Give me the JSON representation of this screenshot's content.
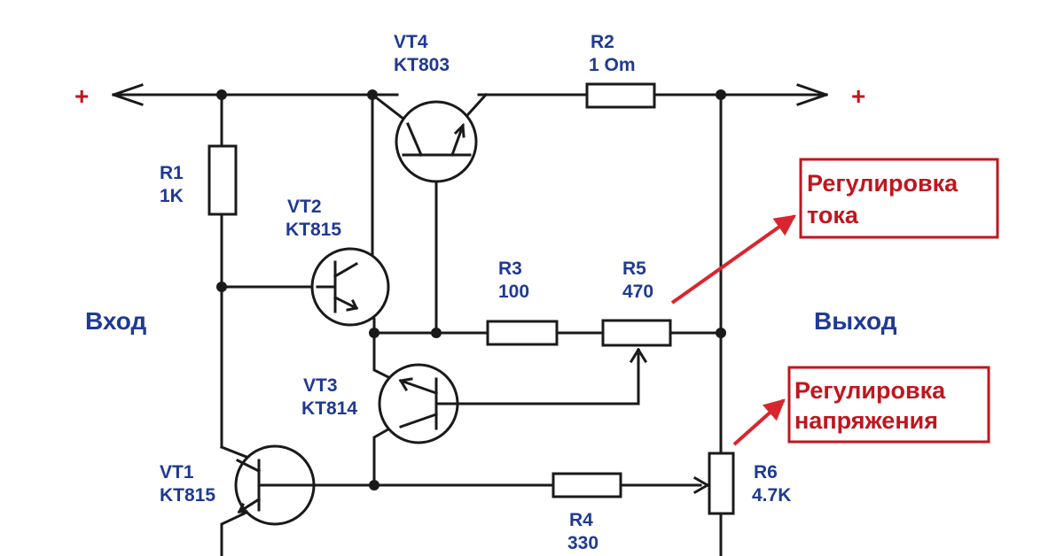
{
  "terminals": {
    "left_plus": "+",
    "right_plus": "+",
    "input_label": "Вход",
    "output_label": "Выход"
  },
  "components": {
    "r1": {
      "ref": "R1",
      "value": "1K"
    },
    "r2": {
      "ref": "R2",
      "value": "1 Om"
    },
    "r3": {
      "ref": "R3",
      "value": "100"
    },
    "r4": {
      "ref": "R4",
      "value": "330"
    },
    "r5": {
      "ref": "R5",
      "value": "470"
    },
    "r6": {
      "ref": "R6",
      "value": "4.7K"
    },
    "vt1": {
      "ref": "VT1",
      "value": "KT815"
    },
    "vt2": {
      "ref": "VT2",
      "value": "KT815"
    },
    "vt3": {
      "ref": "VT3",
      "value": "KT814"
    },
    "vt4": {
      "ref": "VT4",
      "value": "KT803"
    }
  },
  "callouts": {
    "current": {
      "line1": "Регулировка",
      "line2": "тока"
    },
    "voltage": {
      "line1": "Регулировка",
      "line2": "напряжения"
    }
  },
  "colors": {
    "wire": "#1a1a1a",
    "label": "#1f3a93",
    "callout": "#c0161e",
    "arrow": "#d8262e"
  }
}
